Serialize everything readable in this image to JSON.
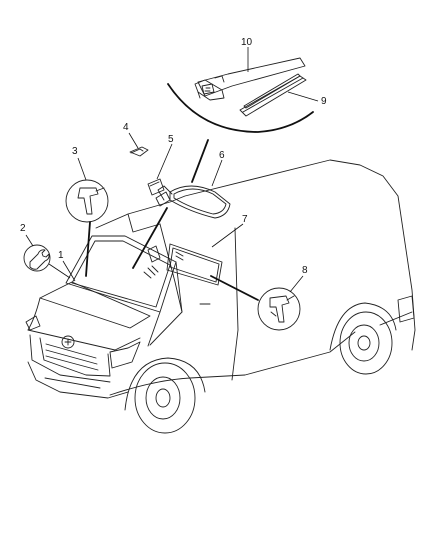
{
  "callouts": {
    "c1": "1",
    "c2": "2",
    "c3": "3",
    "c4": "4",
    "c5": "5",
    "c6": "6",
    "c7": "7",
    "c8": "8",
    "c9": "9",
    "c10": "10"
  },
  "colors": {
    "line": "#222222",
    "background": "#ffffff"
  },
  "icons": [
    "wrench-icon",
    "adhesive-gun-icon",
    "adhesive-gun-icon"
  ]
}
